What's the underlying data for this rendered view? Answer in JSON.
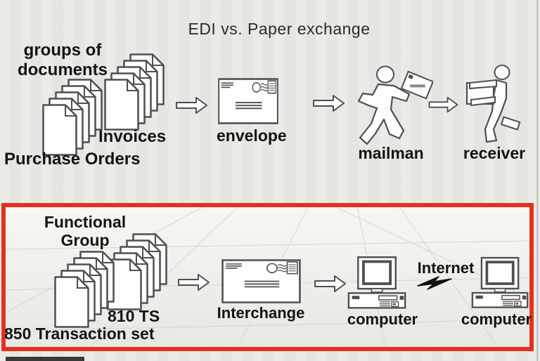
{
  "title": "EDI vs. Paper exchange",
  "paper_row": {
    "groups_label": "groups of\ndocuments",
    "purchase_orders_label": "Purchase Orders",
    "invoices_label": "Invoices",
    "envelope_label": "envelope",
    "mailman_label": "mailman",
    "receiver_label": "receiver"
  },
  "edi_row": {
    "functional_group_label": "Functional\nGroup",
    "ts850_label": "850 Transaction set",
    "ts810_label": "810 TS",
    "interchange_label": "Interchange",
    "computer_left_label": "computer",
    "internet_label": "Internet",
    "computer_right_label": "computer"
  },
  "icons": {
    "document_stack": "stack-of-paper-documents-icon",
    "envelope": "postal-envelope-icon",
    "mailman": "walking-mailman-figure-icon",
    "receiver": "person-reading-letter-icon",
    "computer": "desktop-computer-icon",
    "lightning": "internet-lightning-bolt-icon",
    "arrow": "right-block-arrow-icon"
  },
  "colors": {
    "background": "#e9eae6",
    "highlight_border": "#e5301f",
    "shape_outline": "#4f4f4f",
    "text": "#141414"
  }
}
